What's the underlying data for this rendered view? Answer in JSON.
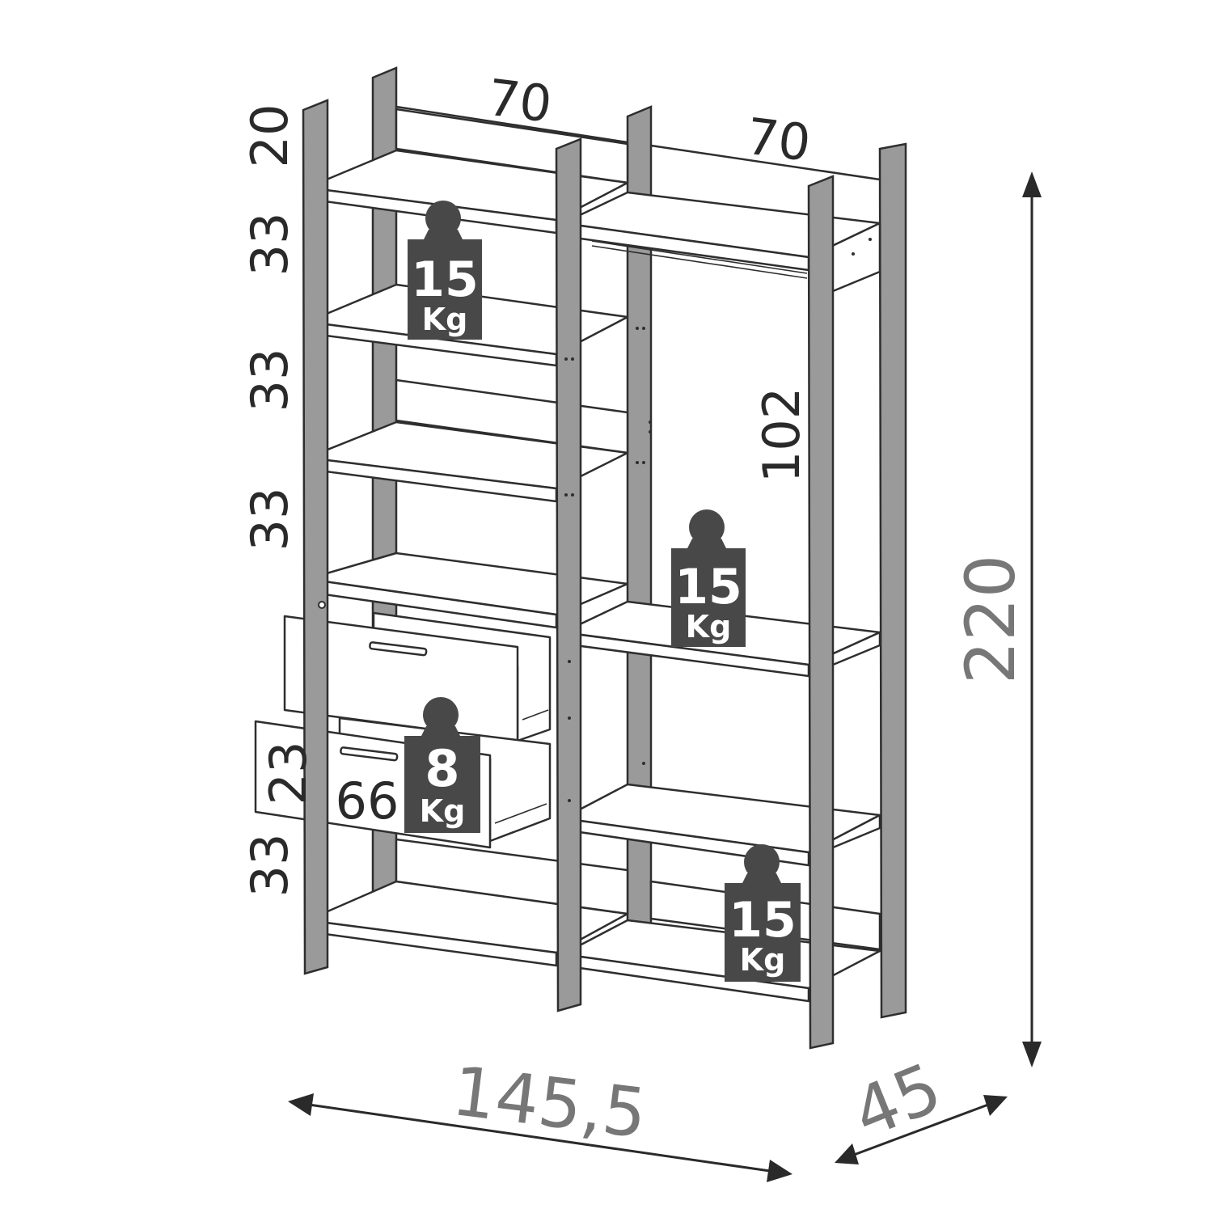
{
  "dimensions": {
    "top_left_width": "70",
    "top_right_width": "70",
    "left_spacing_top": "20",
    "left_spacing_1": "33",
    "left_spacing_2": "33",
    "left_spacing_3": "33",
    "left_spacing_bottom": "33",
    "drawer_height": "23",
    "drawer_width": "66",
    "hanging_height": "102",
    "total_height": "220",
    "total_width": "145,5",
    "total_depth": "45"
  },
  "weight_tags": [
    {
      "value": "15",
      "unit": "Kg"
    },
    {
      "value": "15",
      "unit": "Kg"
    },
    {
      "value": "8",
      "unit": "Kg"
    },
    {
      "value": "15",
      "unit": "Kg"
    }
  ],
  "colors": {
    "post_fill": "#9a9a9a",
    "tag_fill": "#484848",
    "outline": "#2e2e2e",
    "grey_label": "#777777"
  }
}
